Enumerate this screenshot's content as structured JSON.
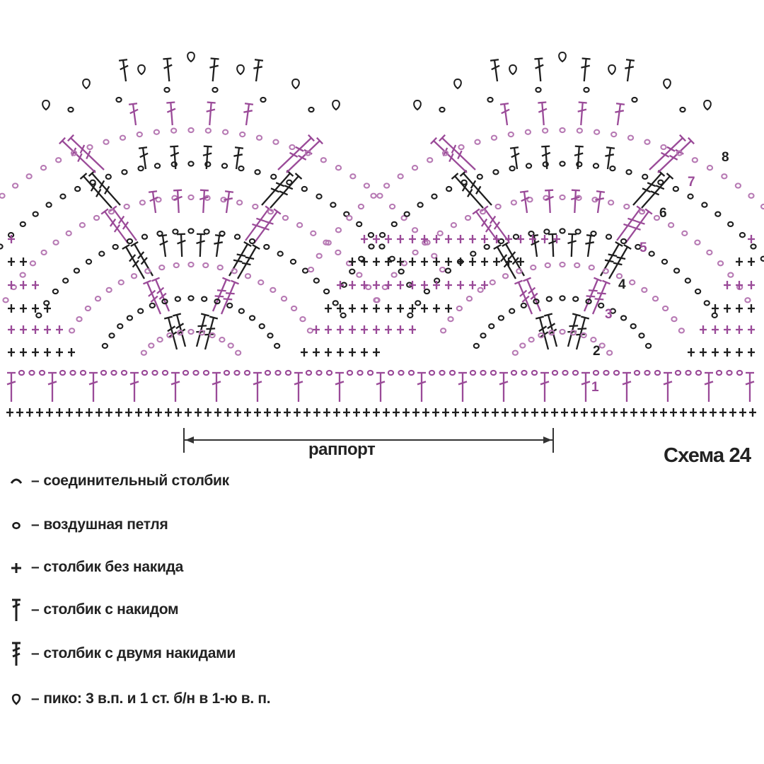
{
  "scheme_title": "Схема 24",
  "rapport_label": "раппорт",
  "row_numbers": [
    "1",
    "2",
    "3",
    "4",
    "5",
    "6",
    "7",
    "8"
  ],
  "colors": {
    "black": "#1e1e1e",
    "purple": "#9a4a98",
    "pale_purple": "#b77ab4"
  },
  "legend": [
    {
      "icon": "slip-stitch-icon",
      "dash": "–",
      "text": "соединительный столбик"
    },
    {
      "icon": "chain-stitch-icon",
      "dash": "–",
      "text": "воздушная петля"
    },
    {
      "icon": "single-crochet-icon",
      "dash": "–",
      "text": "столбик без накида"
    },
    {
      "icon": "double-crochet-icon",
      "dash": "–",
      "text": "столбик с накидом"
    },
    {
      "icon": "treble-crochet-icon",
      "dash": "–",
      "text": "столбик с двумя накидами"
    },
    {
      "icon": "picot-icon",
      "dash": "–",
      "text": "пико: 3 в.п. и 1 ст. б/н в 1-ю в. п."
    }
  ]
}
